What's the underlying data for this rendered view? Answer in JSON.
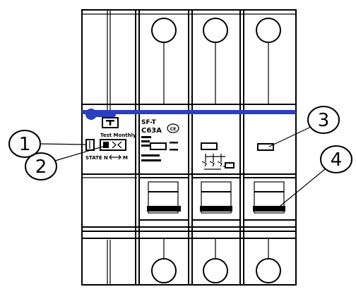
{
  "callouts": [
    {
      "id": "1",
      "label": "1"
    },
    {
      "id": "2",
      "label": "2"
    },
    {
      "id": "3",
      "label": "3"
    },
    {
      "id": "4",
      "label": "4"
    }
  ],
  "device": {
    "model": "SF-T",
    "rating": "C63A",
    "test_text": "Test Monthly",
    "state_label": "STATE",
    "switch_left": "N",
    "switch_right": "M",
    "ce_mark": "CE"
  },
  "colors": {
    "band": "#2a3fc0",
    "ink": "#000000"
  }
}
